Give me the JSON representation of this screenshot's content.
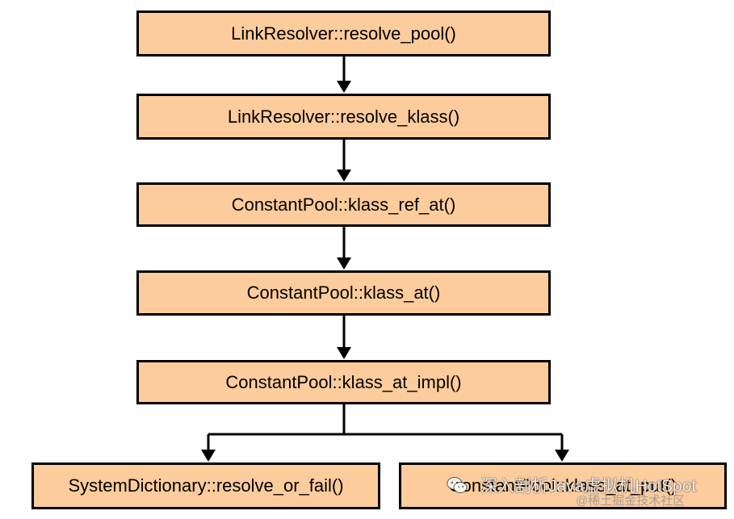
{
  "colors": {
    "box_fill": "#fdcc9c",
    "box_border": "#000000",
    "arrow": "#000000"
  },
  "nodes": {
    "resolve_pool": "LinkResolver::resolve_pool()",
    "resolve_klass": "LinkResolver::resolve_klass()",
    "klass_ref_at": "ConstantPool::klass_ref_at()",
    "klass_at": "ConstantPool::klass_at()",
    "klass_at_impl": "ConstantPool::klass_at_impl()",
    "resolve_or_fail": "SystemDictionary::resolve_or_fail()",
    "right_box": "ConstantPool::klass_at_put()"
  },
  "edges": [
    {
      "from": "resolve_pool",
      "to": "resolve_klass"
    },
    {
      "from": "resolve_klass",
      "to": "klass_ref_at"
    },
    {
      "from": "klass_ref_at",
      "to": "klass_at"
    },
    {
      "from": "klass_at",
      "to": "klass_at_impl"
    },
    {
      "from": "klass_at_impl",
      "to": "resolve_or_fail"
    },
    {
      "from": "klass_at_impl",
      "to": "right_box"
    }
  ],
  "watermark": {
    "icon": "wechat-logo-icon",
    "line1": "深入剖析Java虚拟机HotSpot",
    "line2": "@稀土掘金技术社区"
  }
}
